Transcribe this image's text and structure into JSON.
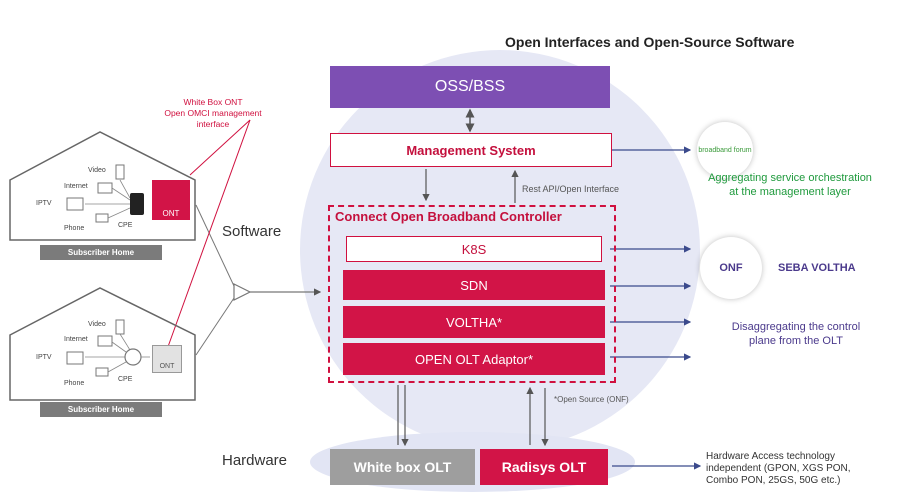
{
  "title": "Open Interfaces and Open-Source Software",
  "layers": {
    "software_label": "Software",
    "hardware_label": "Hardware"
  },
  "stack": {
    "oss_bss": "OSS/BSS",
    "management_system": "Management System",
    "rest_api": "Rest API/Open Interface",
    "controller_title": "Connect Open Broadband Controller",
    "k8s": "K8S",
    "sdn": "SDN",
    "voltha": "VOLTHA*",
    "open_olt": "OPEN OLT Adaptor*",
    "open_source_note": "*Open Source (ONF)"
  },
  "hardware": {
    "white_box_olt": "White box OLT",
    "radisys_olt": "Radisys OLT"
  },
  "subscriber": {
    "white_box_note_lines": [
      "White Box ONT",
      "Open OMCI management",
      "interface"
    ],
    "home_label": "Subscriber Home",
    "video": "Video",
    "internet": "Internet",
    "iptv": "IPTV",
    "phone": "Phone",
    "cpe": "CPE",
    "ont": "ONT"
  },
  "right_panel": {
    "bbf_logo_text": "broadband forum",
    "aggregating_lines": [
      "Aggregating service orchestration",
      "at the management layer"
    ],
    "onf_logo_text": "ONF",
    "seba_voltha": "SEBA VOLTHA",
    "disaggregating_lines": [
      "Disaggregating the control",
      "plane from the OLT"
    ],
    "hardware_lines": [
      "Hardware Access technology",
      "independent (GPON, XGS PON,",
      "Combo PON, 25GS, 50G etc.)"
    ]
  },
  "colors": {
    "accent_red": "#d21447",
    "purple": "#7d4fb3",
    "green": "#1f9a3d",
    "gray_box": "#9e9e9e"
  }
}
